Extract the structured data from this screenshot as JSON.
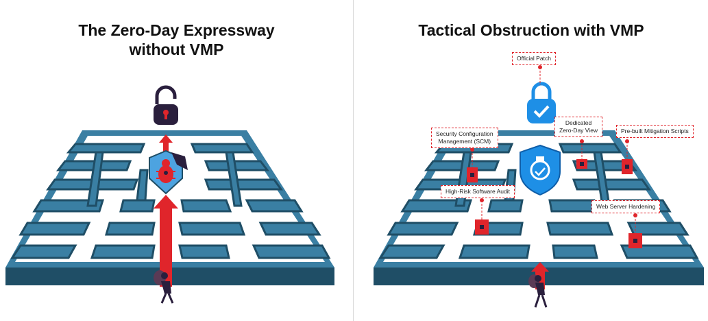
{
  "left": {
    "title_line1": "The Zero-Day Expressway",
    "title_line2": "without VMP"
  },
  "right": {
    "title": "Tactical Obstruction with VMP",
    "callouts": {
      "official_patch": "Official Patch",
      "scm_line1": "Security Configuration",
      "scm_line2": "Management (SCM)",
      "zero_day_line1": "Dedicated",
      "zero_day_line2": "Zero-Day View",
      "mitigation": "Pre-built Mitigation Scripts",
      "audit": "High-Risk Software Audit",
      "hardening": "Web Server Hardening"
    }
  },
  "colors": {
    "maze_top": "#3a7fa3",
    "maze_side": "#1f4e66",
    "maze_floor": "#ffffff",
    "arrow_red": "#e0252b",
    "lock_dark": "#2a1f3d",
    "shield_blue": "#1e8fe6",
    "callout_border": "#e0252b"
  },
  "icons": [
    "open-padlock-icon",
    "bug-icon",
    "shield-icon",
    "closed-padlock-icon",
    "checkmark-icon",
    "small-padlock-icon",
    "hacker-figure-icon"
  ]
}
